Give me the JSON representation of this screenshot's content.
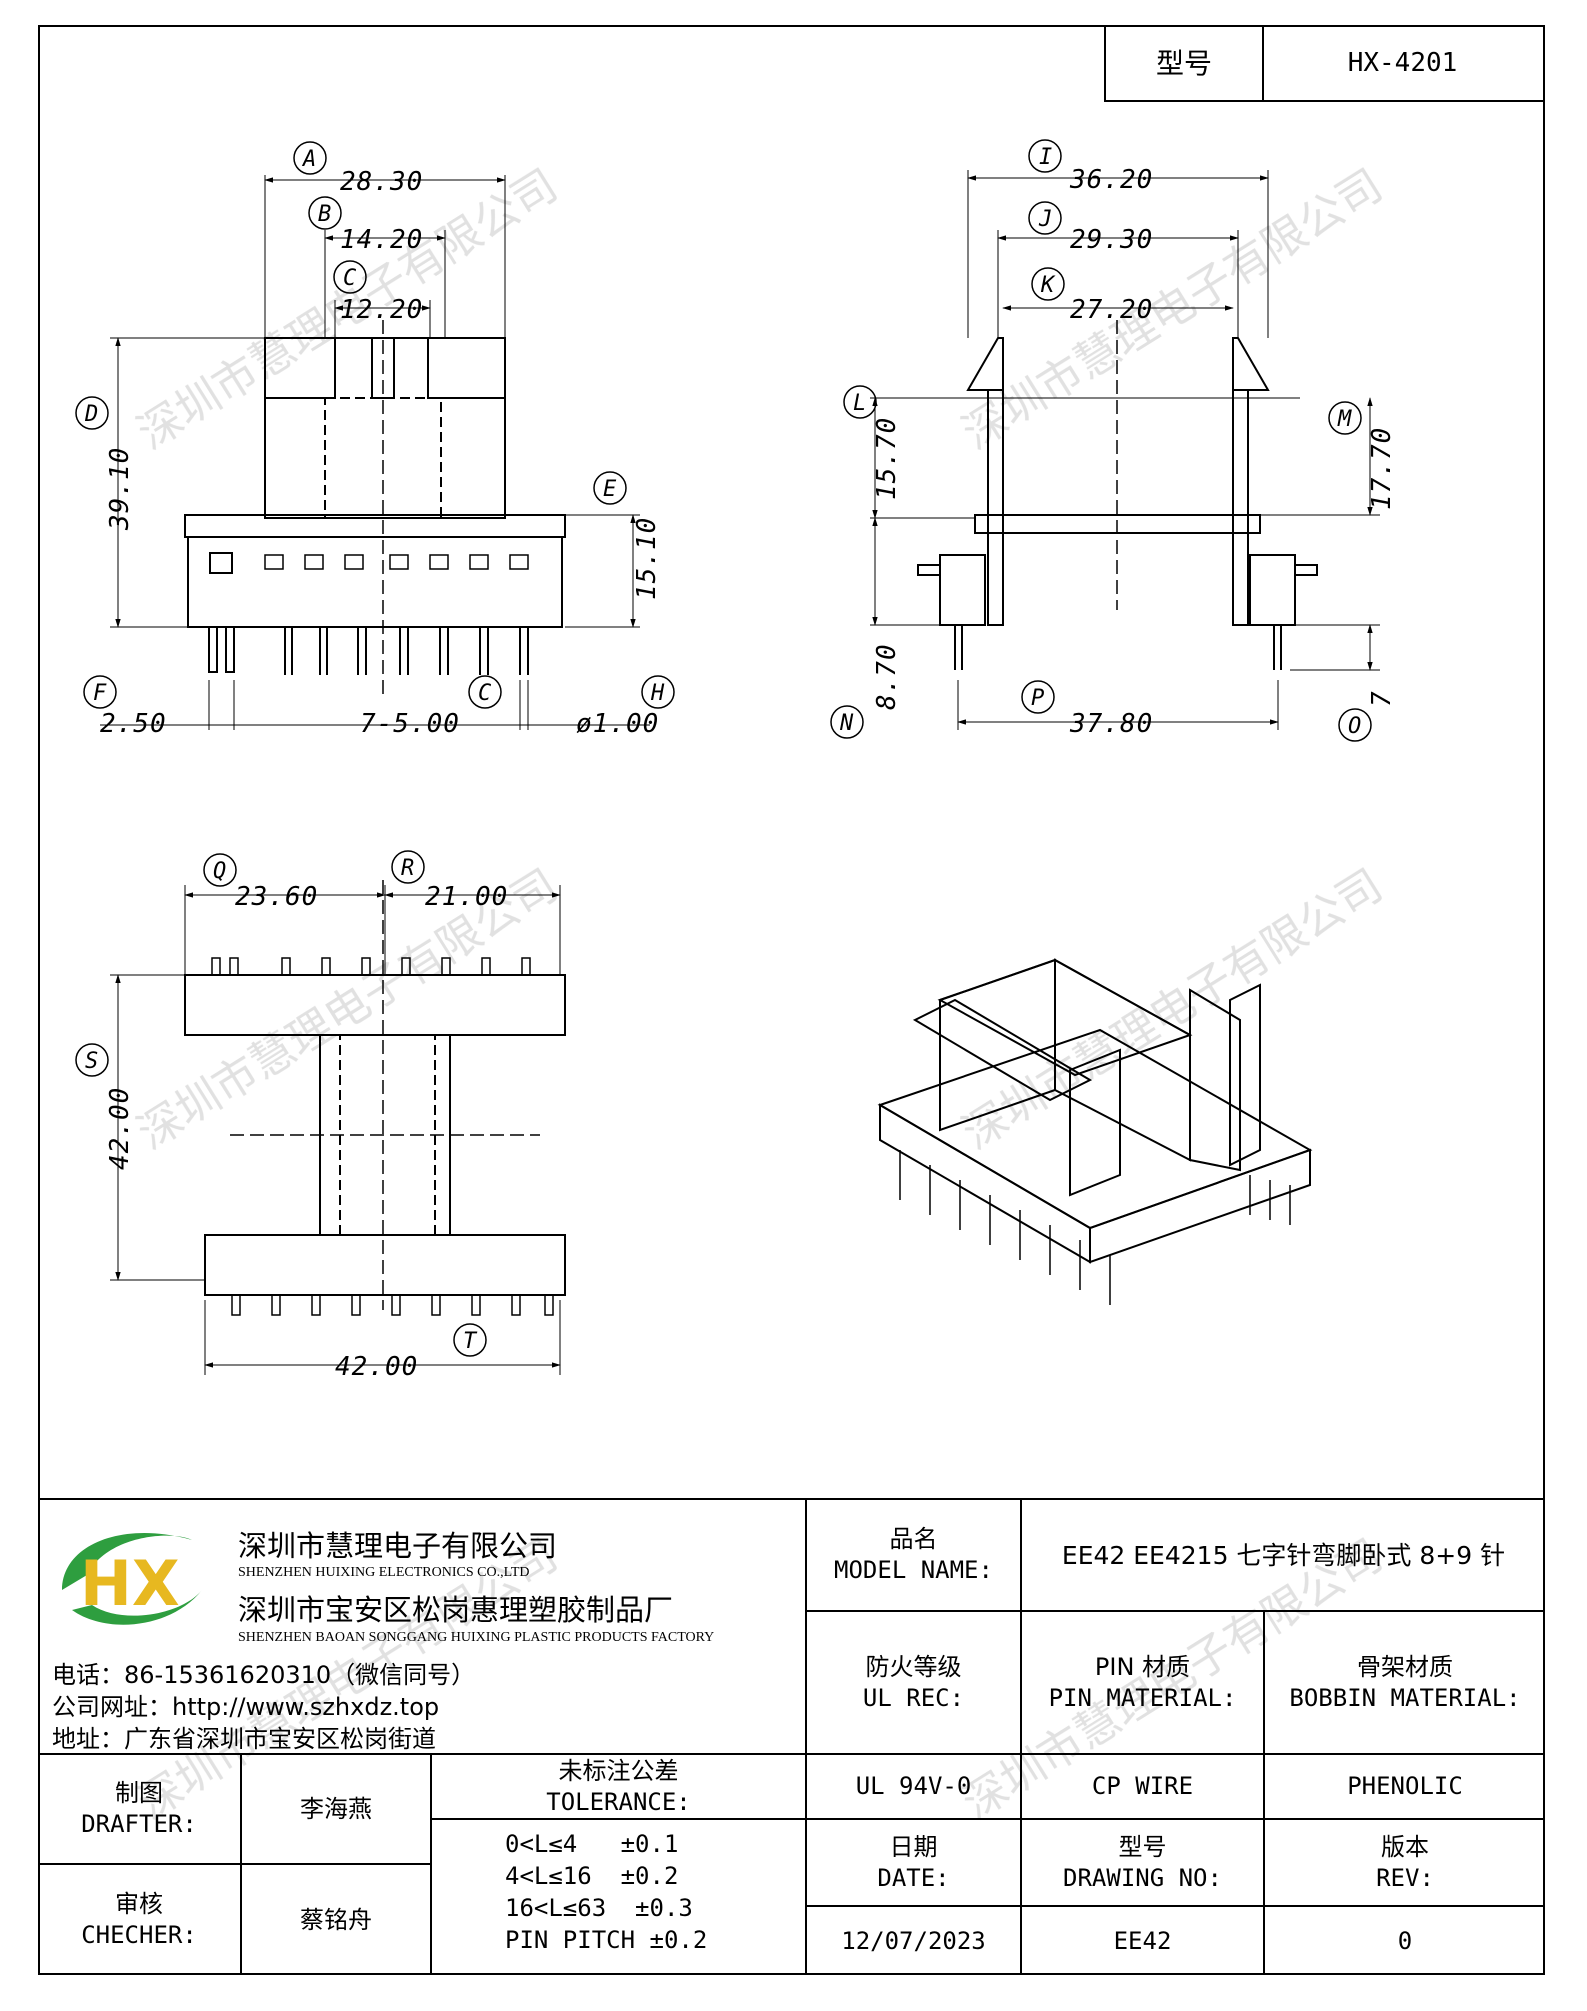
{
  "header": {
    "model_label": "型号",
    "model_value": "HX-4201"
  },
  "watermark": "深圳市慧理电子有限公司",
  "front_view": {
    "dims": {
      "A": "28.30",
      "B": "14.20",
      "C": "12.20",
      "D": "39.10",
      "E": "15.10",
      "F": "2.50",
      "G": "7-5.00",
      "H": "ø1.00"
    }
  },
  "side_view": {
    "dims": {
      "I": "36.20",
      "J": "29.30",
      "K": "27.20",
      "L": "15.70",
      "M": "17.70",
      "N": "8.70",
      "P": "37.80",
      "O": "7"
    }
  },
  "bottom_view": {
    "dims": {
      "Q": "23.60",
      "R": "21.00",
      "S": "42.00",
      "T": "42.00"
    }
  },
  "company": {
    "logo_text": "HX",
    "name_cn": "深圳市慧理电子有限公司",
    "name_en": "SHENZHEN HUIXING ELECTRONICS CO.,LTD",
    "factory_cn": "深圳市宝安区松岗惠理塑胶制品厂",
    "factory_en": "SHENZHEN BAOAN SONGGANG HUIXING PLASTIC PRODUCTS FACTORY",
    "phone": "电话：86-15361620310（微信同号）",
    "website": "公司网址：http://www.szhxdz.top",
    "address": "地址：广东省深圳市宝安区松岗街道"
  },
  "title_block": {
    "model_name_cn": "品名",
    "model_name_en": "MODEL NAME:",
    "model_name_value": "EE42 EE4215 七字针弯脚卧式 8+9 针",
    "ul_cn": "防火等级",
    "ul_en": "UL REC:",
    "ul_value": "UL 94V-0",
    "pin_cn": "PIN 材质",
    "pin_en": "PIN MATERIAL:",
    "pin_value": "CP WIRE",
    "bobbin_cn": "骨架材质",
    "bobbin_en": "BOBBIN MATERIAL:",
    "bobbin_value": "PHENOLIC",
    "drafter_cn": "制图",
    "drafter_en": "DRAFTER:",
    "drafter_value": "李海燕",
    "checker_cn": "审核",
    "checker_en": "CHECHER:",
    "checker_value": "蔡铭舟",
    "tolerance_cn": "未标注公差",
    "tolerance_en": "TOLERANCE:",
    "tolerance_lines": [
      "0<L≤4   ±0.1",
      "4<L≤16  ±0.2",
      "16<L≤63  ±0.3",
      "PIN PITCH ±0.2"
    ],
    "date_cn": "日期",
    "date_en": "DATE:",
    "date_value": "12/07/2023",
    "drawing_cn": "型号",
    "drawing_en": "DRAWING NO:",
    "drawing_value": "EE42",
    "rev_cn": "版本",
    "rev_en": "REV:",
    "rev_value": "0"
  }
}
